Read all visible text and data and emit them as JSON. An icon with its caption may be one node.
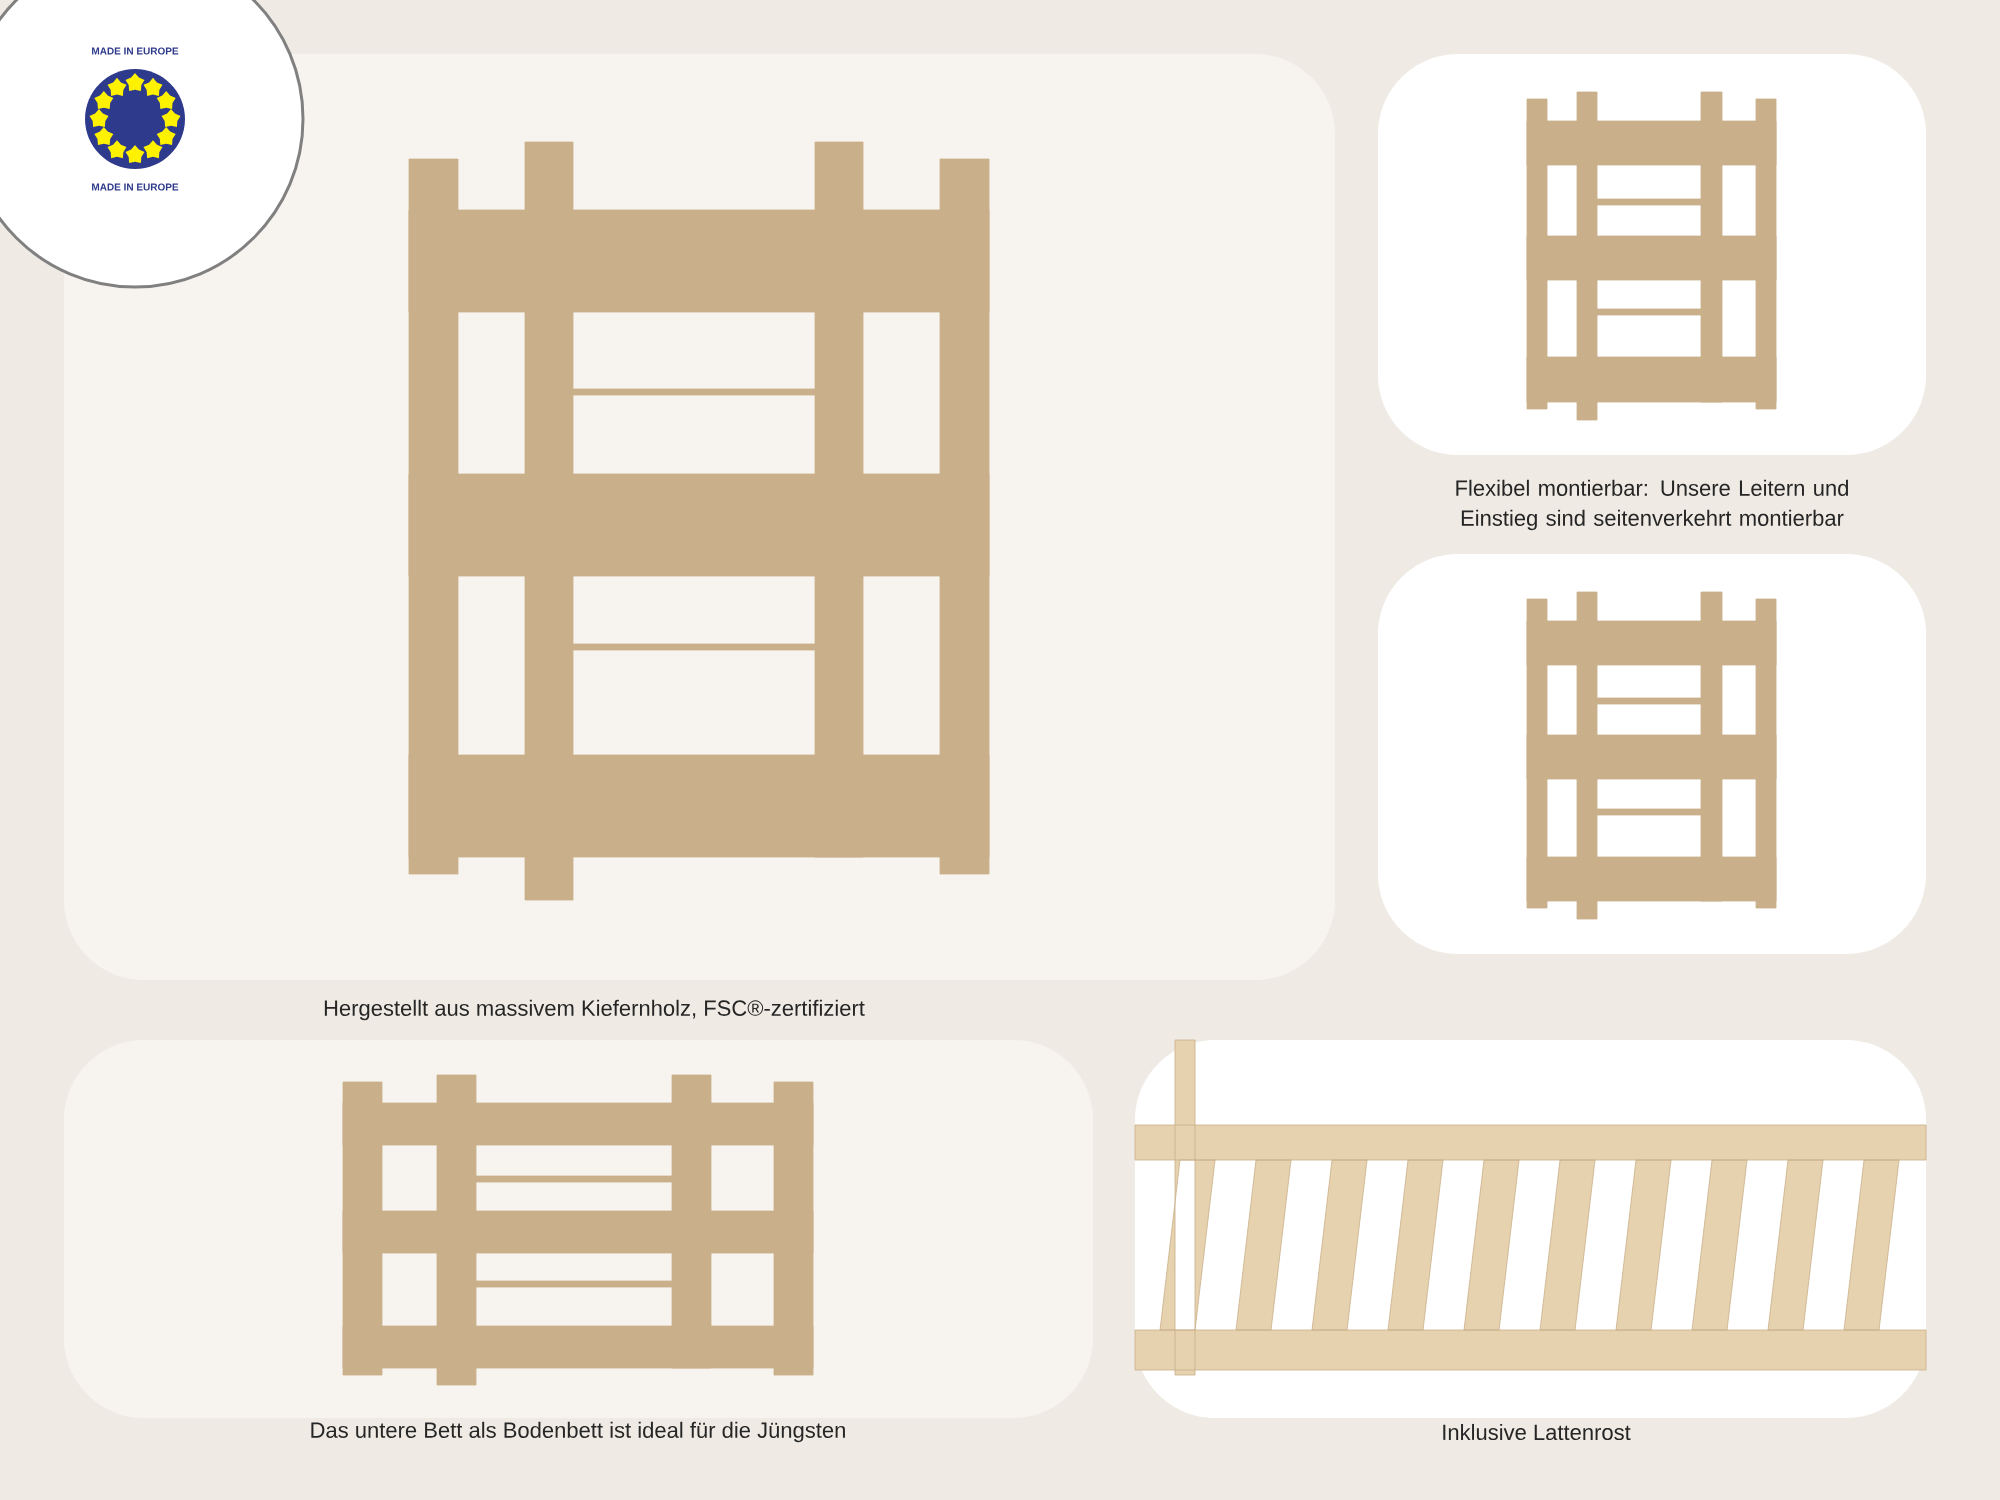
{
  "diagram": {
    "nodes": [
      {
        "text": [
          "MADE IN EUROPE",
          "MADE IN EUROPE"
        ]
      }
    ],
    "labels": [
      "Flexibel montierbar: Unsere Leitern und Einstieg sind seitenverkehrt montierbar",
      "Hergestellt aus massivem Kiefernholz, FSC®-zertifiziert",
      "Das untere Bett als Bodenbett ist ideal für die Jüngsten",
      "Inklusive Lattenrost"
    ]
  }
}
